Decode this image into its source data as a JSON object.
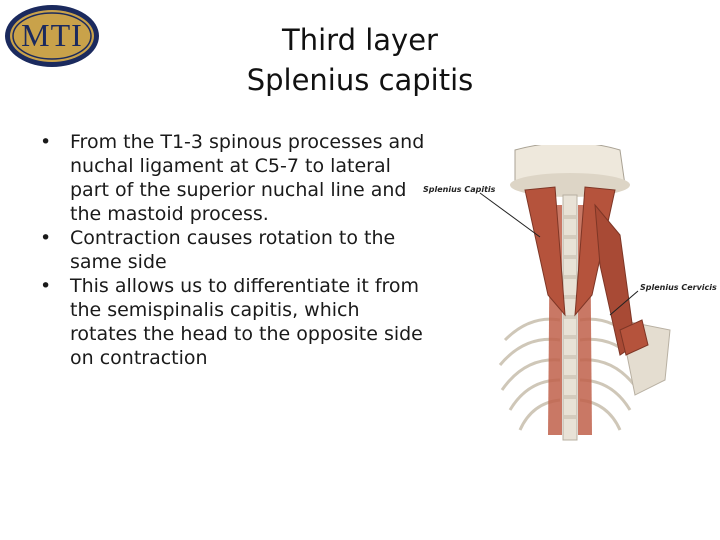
{
  "logo": {
    "text": "MTI",
    "ring_color": "#1b2a5e",
    "fill_color": "#c9a24a"
  },
  "title": {
    "line1": "Third layer",
    "line2": "Splenius capitis"
  },
  "bullets": [
    {
      "marker": "•",
      "text": "From the T1-3 spinous processes and nuchal ligament at C5-7 to lateral part of the superior nuchal line and the mastoid process."
    },
    {
      "marker": "•",
      "text": "Contraction causes rotation to the same side"
    },
    {
      "marker": "•",
      "text": "This allows us to differentiate it from the semispinalis capitis, which rotates the head to the opposite side on contraction"
    }
  ],
  "figure": {
    "label_capitis": "Splenius Capitis",
    "label_cervicis": "Splenius Cervicis",
    "muscle_color": "#b5533c",
    "bone_color": "#e8e2d6"
  }
}
